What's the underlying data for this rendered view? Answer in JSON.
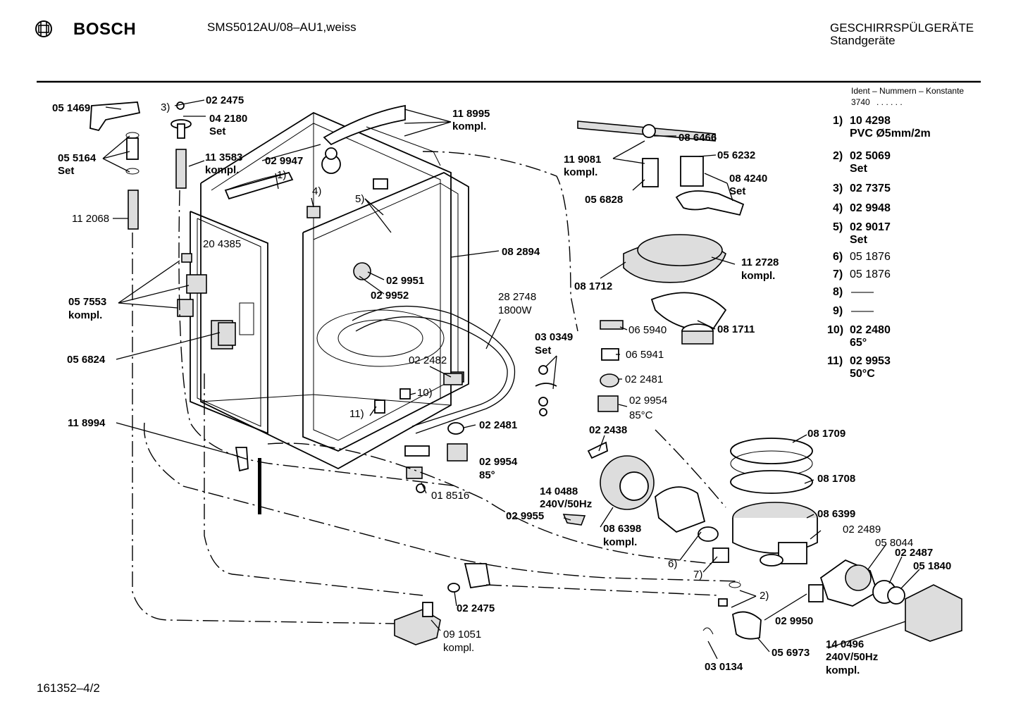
{
  "header": {
    "brand": "BOSCH",
    "model": "SMS5012AU/08–AU1,weiss",
    "category": "GESCHIRRSPÜLGERÄTE",
    "subcategory": "Standgeräte"
  },
  "ident": {
    "title": "Ident – Nummern – Konstante",
    "value": "3740",
    "dots": ". . . . . ."
  },
  "legend": [
    {
      "num": "1)",
      "line1": "10 4298",
      "line2": "PVC Ø5mm/2m"
    },
    {
      "num": "2)",
      "line1": "02 5069",
      "line2": "Set"
    },
    {
      "num": "3)",
      "line1": "02 7375",
      "line2": ""
    },
    {
      "num": "4)",
      "line1": "02 9948",
      "line2": ""
    },
    {
      "num": "5)",
      "line1": "02 9017",
      "line2": "Set"
    },
    {
      "num": "6)",
      "line1": "05 1876",
      "line2": ""
    },
    {
      "num": "7)",
      "line1": "05 1876",
      "line2": ""
    },
    {
      "num": "8)",
      "line1": "——",
      "line2": ""
    },
    {
      "num": "9)",
      "line1": "——",
      "line2": ""
    },
    {
      "num": "10)",
      "line1": "02 2480",
      "line2": "65°"
    },
    {
      "num": "11)",
      "line1": "02 9953",
      "line2": "50°C"
    }
  ],
  "labels": {
    "l051469": "05 1469",
    "n3": "3)",
    "l022475a": "02 2475",
    "l042180": "04 2180",
    "set_a": "Set",
    "l055164": "05 5164",
    "set_b": "Set",
    "l113583": "11 3583",
    "kompl_a": "kompl.",
    "l029947": "02 9947",
    "n1": "1)",
    "n4": "4)",
    "l118995": "11 8995",
    "kompl_b": "kompl.",
    "l112068": "11 2068",
    "n5": "5)",
    "l204385": "20 4385",
    "l082894": "08 2894",
    "l029951": "02 9951",
    "l029952": "02 9952",
    "l057553": "05 7553",
    "kompl_c": "kompl.",
    "l282748": "28 2748",
    "w1800": "1800W",
    "l056824": "05 6824",
    "l030349": "03 0349",
    "set_c": "Set",
    "l022482": "02 2482",
    "n10": "10)",
    "n11": "11)",
    "l118994": "11 8994",
    "l022481a": "02 2481",
    "l029954a": "02 9954",
    "deg85a": "85°",
    "l018516": "01 8516",
    "l022475b": "02 2475",
    "l091051": "09 1051",
    "kompl_d": "kompl.",
    "l119081": "11 9081",
    "kompl_e": "kompl.",
    "l086466": "08 6466",
    "l056232": "05 6232",
    "l084240": "08 4240",
    "set_d": "Set",
    "l056828": "05 6828",
    "l112728": "11 2728",
    "kompl_f": "kompl.",
    "l081712": "08 1712",
    "l065940": "06 5940",
    "l081711": "08 1711",
    "l065941": "06 5941",
    "l022481b": "02 2481",
    "l029954b": "02 9954",
    "deg85b": "85°C",
    "l022438": "02 2438",
    "l140488": "14 0488",
    "v240a": "240V/50Hz",
    "l029955": "02 9955",
    "l086398": "08 6398",
    "kompl_g": "kompl.",
    "n6": "6)",
    "n7": "7)",
    "l081709": "08 1709",
    "l081708": "08 1708",
    "l086399": "08 6399",
    "l022489": "02 2489",
    "l058044": "05 8044",
    "l022487": "02 2487",
    "l051840": "05 1840",
    "n2": "2)",
    "l029950": "02 9950",
    "l056973": "05 6973",
    "l030134": "03 0134",
    "l140496": "14 0496",
    "v240b": "240V/50Hz",
    "kompl_h": "kompl."
  },
  "footer": {
    "code": "161352–4/2"
  },
  "icons": {
    "logo": "bosch-armature-logo"
  }
}
